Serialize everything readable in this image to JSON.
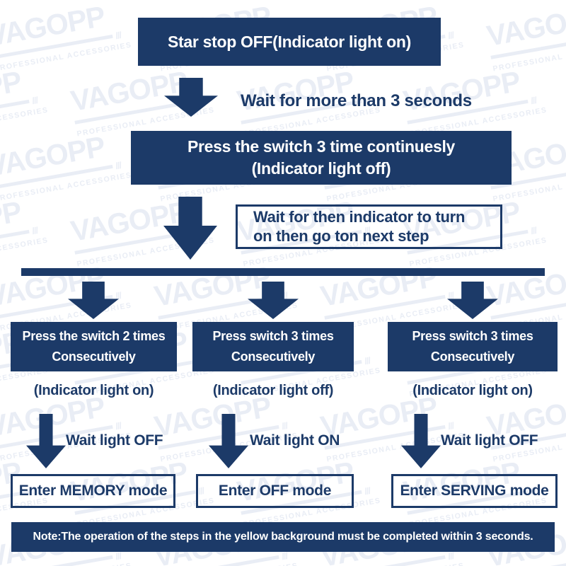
{
  "colors": {
    "navy": "#1c3a68",
    "background": "#ffffff",
    "watermark": "#e9edf5"
  },
  "watermark": {
    "name": "VAGOPP",
    "slashes": "///",
    "subtitle": "PROFESSIONAL ACCESSORIES"
  },
  "flow": {
    "step1": "Star stop OFF(Indicator light on)",
    "wait1": "Wait for more than 3 seconds",
    "step2_line1": "Press the switch 3 time continuesly",
    "step2_line2": "(Indicator light off)",
    "wait2_line1": "Wait for then indicator to turn",
    "wait2_line2": "on then go ton next step",
    "branches": [
      {
        "press_line1": "Press the switch 2 times",
        "press_line2": "Consecutively",
        "indicator": "(Indicator light on)",
        "wait": "Wait light OFF",
        "mode": "Enter MEMORY mode"
      },
      {
        "press_line1": "Press switch 3 times",
        "press_line2": "Consecutively",
        "indicator": "(Indicator light off)",
        "wait": "Wait light ON",
        "mode": "Enter OFF mode"
      },
      {
        "press_line1": "Press switch 3 times",
        "press_line2": "Consecutively",
        "indicator": "(Indicator light on)",
        "wait": "Wait light OFF",
        "mode": "Enter SERVING mode"
      }
    ],
    "note": "Note:The operation of the steps in the yellow background must be completed within 3 seconds."
  }
}
